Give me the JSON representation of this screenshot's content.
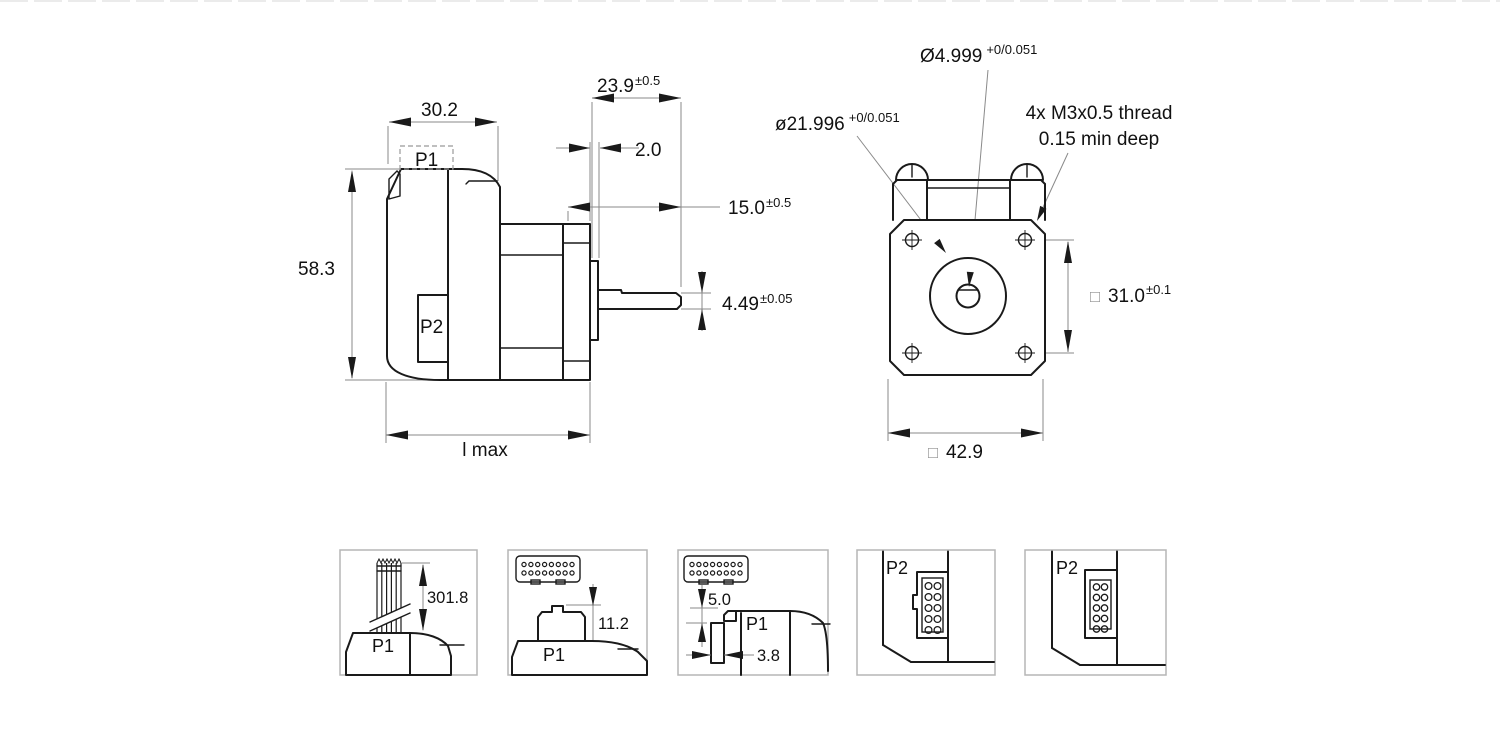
{
  "drawing": {
    "background": "#ffffff",
    "outline_color": "#1a1a1a",
    "dim_color": "#8a8a8a",
    "box_border_color": "#b5b5b5",
    "side_view": {
      "port1_label": "P1",
      "port2_label": "P2",
      "dim_housing_width": {
        "value": "30.2",
        "tol": ""
      },
      "dim_front_length": {
        "value": "23.9",
        "tol": "±0.5"
      },
      "dim_pilot_depth": {
        "value": "2.0",
        "tol": ""
      },
      "dim_shaft_length": {
        "value": "15.0",
        "tol": "±0.5"
      },
      "dim_height": {
        "value": "58.3",
        "tol": ""
      },
      "dim_shaft_dia": {
        "value": "4.49",
        "tol": "±0.05"
      },
      "dim_overall_length": {
        "value": "l max",
        "tol": ""
      }
    },
    "front_view": {
      "callout_shaft_dia": {
        "value": "Ø4.999",
        "tol": "+0/0.051"
      },
      "callout_pilot_dia": {
        "value": "ø21.996",
        "tol": "+0/0.051"
      },
      "callout_thread_line1": "4x M3x0.5 thread",
      "callout_thread_line2": "0.15 min deep",
      "dim_bolt_spacing": {
        "prefix": "□",
        "value": "31.0",
        "tol": "±0.1"
      },
      "dim_frame_size": {
        "prefix": "□",
        "value": "42.9",
        "tol": ""
      }
    },
    "details": {
      "cable": {
        "label": "P1",
        "dim_length": "301.8"
      },
      "connector_height": {
        "label": "P1",
        "dim_height": "11.2"
      },
      "connector_offset": {
        "label": "P1",
        "dim_protrusion": "5.0",
        "dim_width": "3.8"
      },
      "p2_front": {
        "label": "P2"
      },
      "p2_side": {
        "label": "P2"
      }
    }
  }
}
